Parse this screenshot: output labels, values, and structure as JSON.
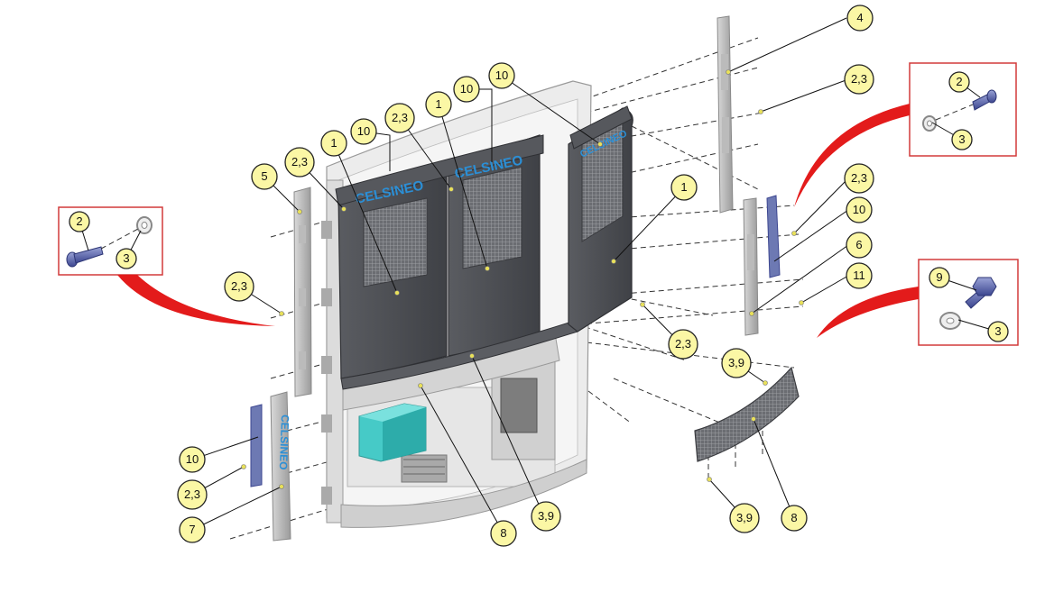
{
  "brand_logo": "CELSINEO",
  "callouts": {
    "c1a": "1",
    "c1b": "1",
    "c1c": "1",
    "c23a": "2,3",
    "c23b": "2,3",
    "c23c": "2,3",
    "c23d": "2,3",
    "c23e": "2,3",
    "c23f": "2,3",
    "c23g": "2,3",
    "c4": "4",
    "c5": "5",
    "c6": "6",
    "c7": "7",
    "c8a": "8",
    "c8b": "8",
    "c39a": "3,9",
    "c39b": "3,9",
    "c39c": "3,9",
    "c10a": "10",
    "c10b": "10",
    "c10c": "10",
    "c10d": "10",
    "c10e": "10",
    "c11": "11"
  },
  "detail_left": {
    "bolt": "2",
    "washer": "3"
  },
  "detail_top_right": {
    "bolt": "2",
    "washer": "3"
  },
  "detail_bottom_right": {
    "bolt": "9",
    "washer": "3"
  },
  "colors": {
    "callout_fill": "#fbf7a5",
    "detail_border": "#d23a3a",
    "arrow": "#e31b1b",
    "panel": "#4d4f54",
    "logo": "#2b8fd6",
    "glass": "#35c7c4"
  }
}
